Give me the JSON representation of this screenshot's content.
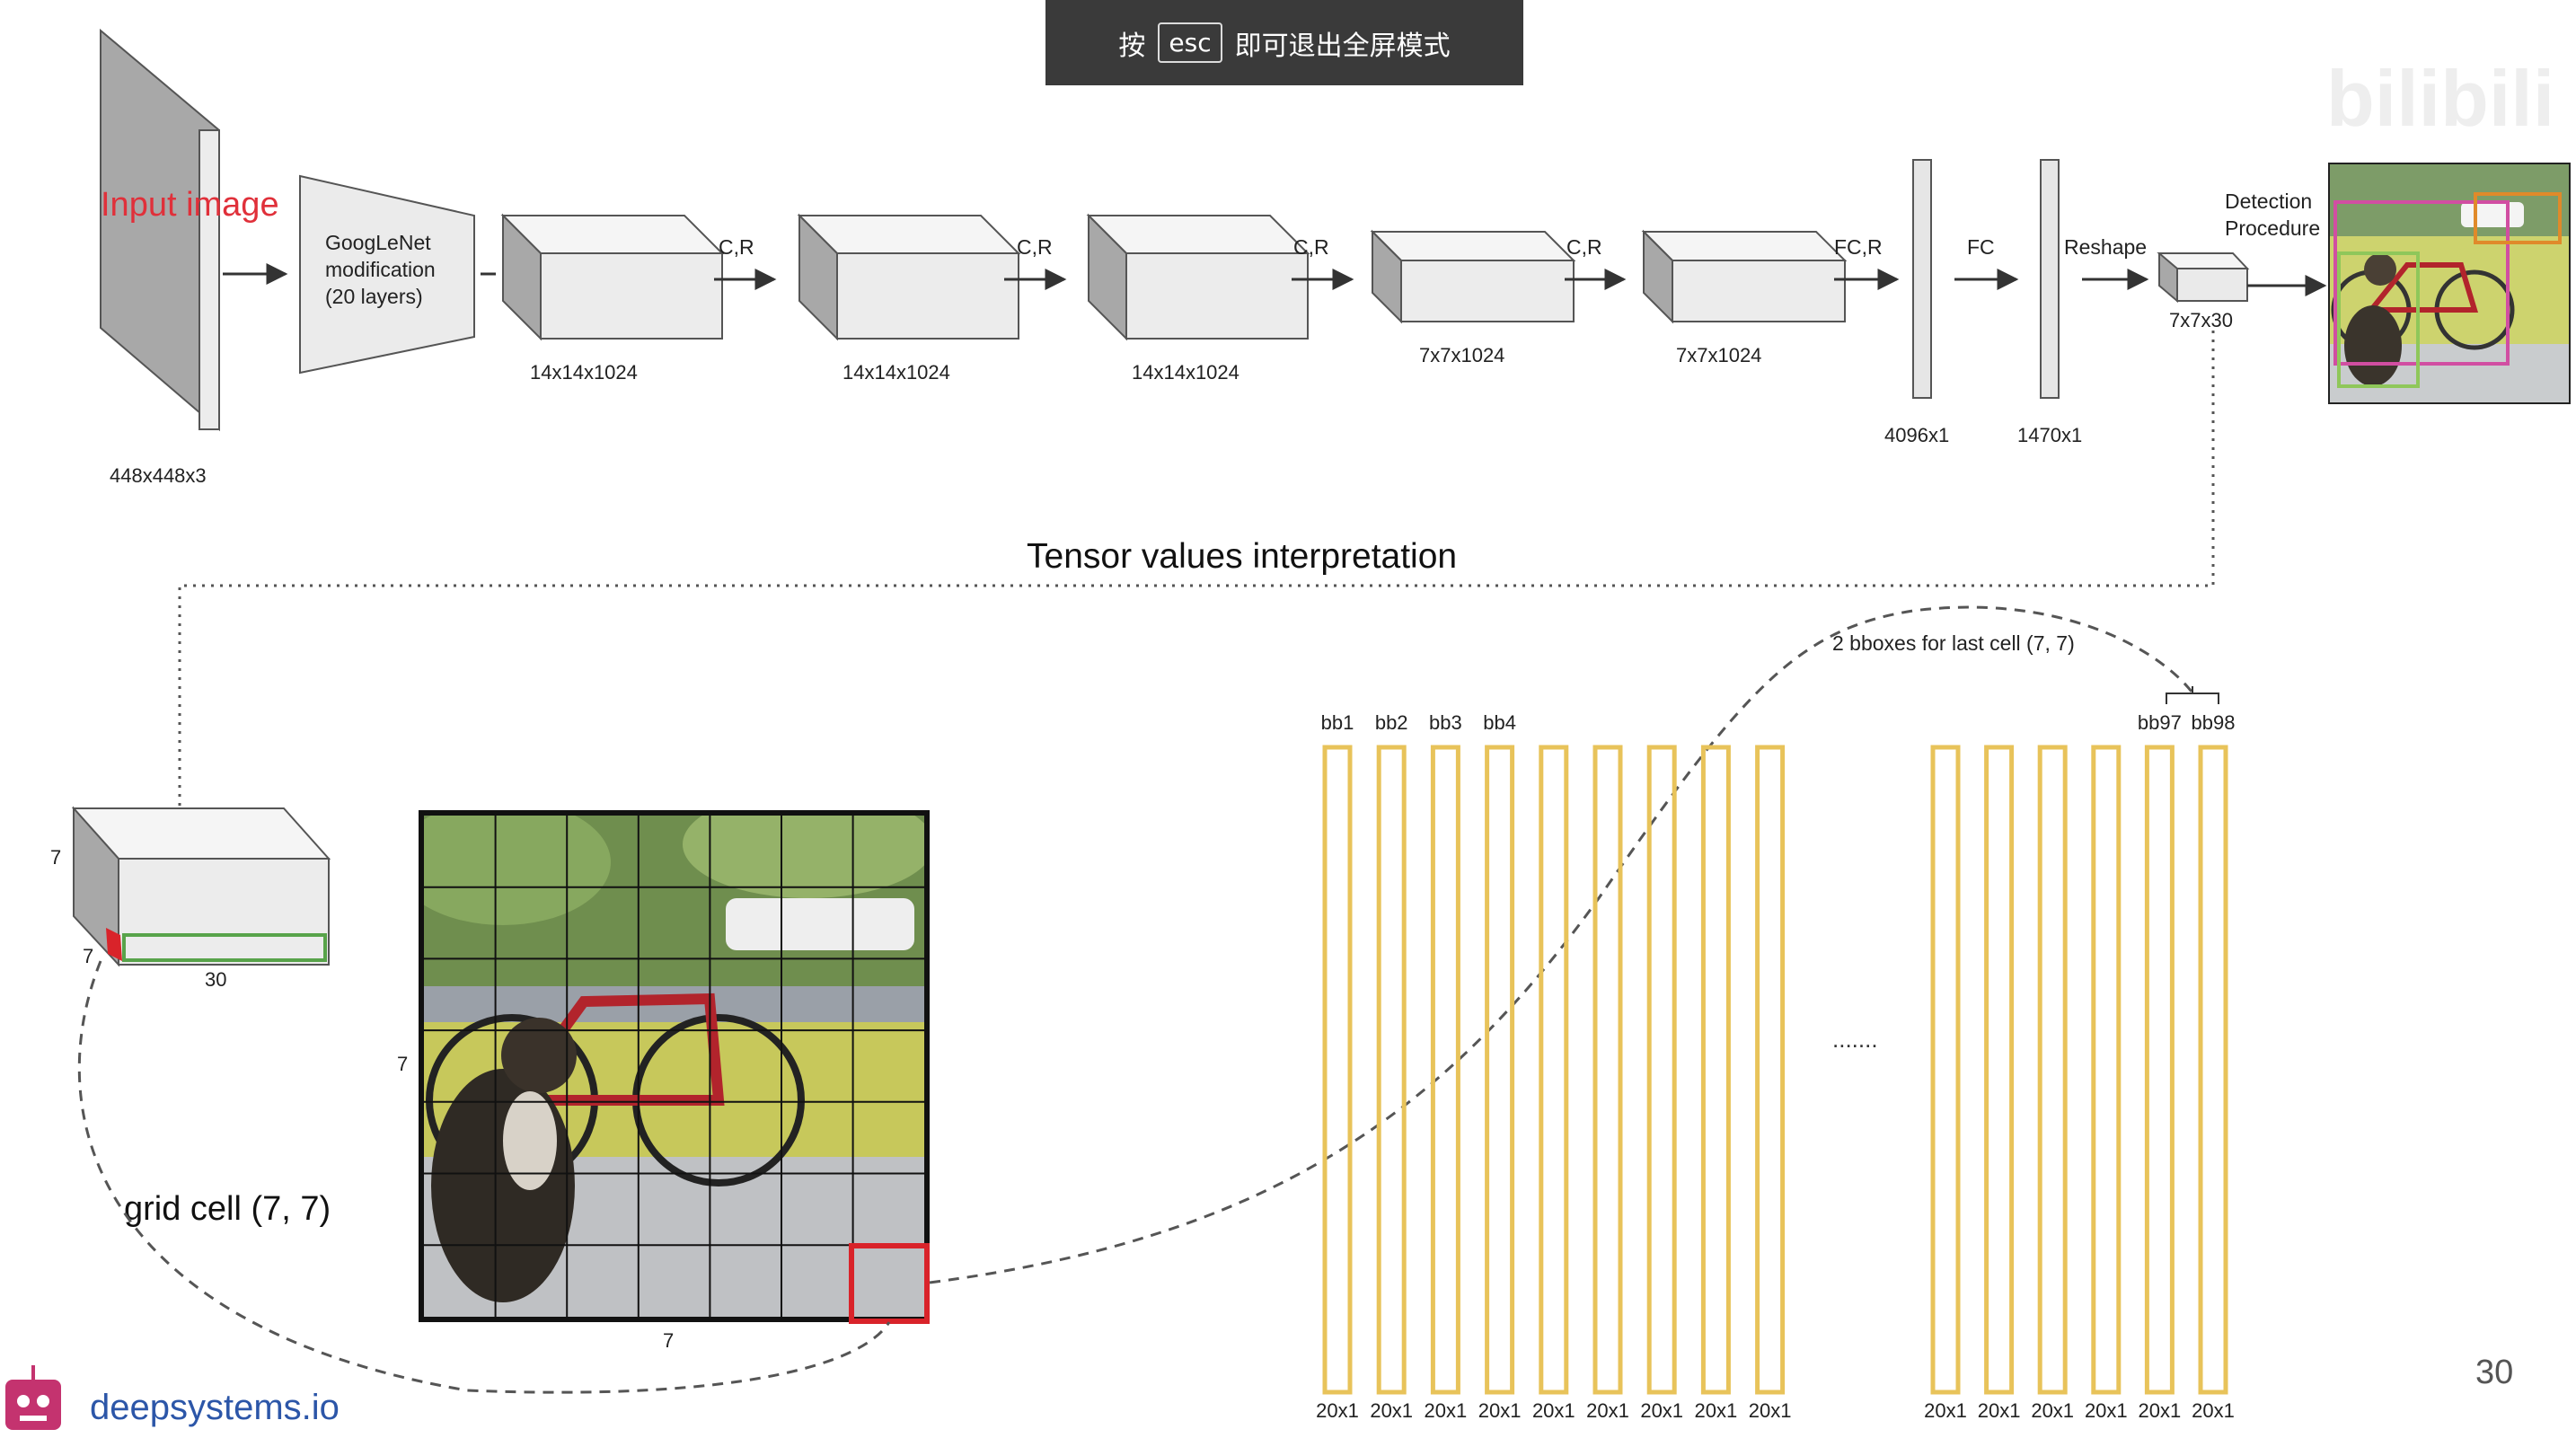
{
  "banner": {
    "press": "按",
    "key": "esc",
    "message": "即可退出全屏模式",
    "behind_title": "Inference"
  },
  "watermark": "bilibili",
  "network": {
    "input_label": "Input image",
    "input_size": "448x448x3",
    "backbone": [
      "GoogLeNet",
      "modification",
      "(20 layers)"
    ],
    "blocks": [
      {
        "op": "C,R",
        "size": "14x14x1024"
      },
      {
        "op": "C,R",
        "size": "14x14x1024"
      },
      {
        "op": "C,R",
        "size": "14x14x1024"
      },
      {
        "op": "C,R",
        "size": "7x7x1024"
      },
      {
        "op": "",
        "size": "7x7x1024"
      }
    ],
    "fc1": {
      "op": "FC,R",
      "size": "4096x1"
    },
    "fc2": {
      "op": "FC",
      "size": "1470x1"
    },
    "reshape": {
      "op": "Reshape",
      "size": "7x7x30"
    },
    "detection": [
      "Detection",
      "Procedure"
    ]
  },
  "interpretation": {
    "title": "Tensor values interpretation",
    "tensor_dims": {
      "height": "7",
      "depth": "7",
      "width": "30"
    },
    "grid_dims": {
      "side": "7",
      "bottom": "7"
    },
    "grid_cell_label": "grid cell (7, 7)",
    "bbox_note": "2 bboxes for last cell (7, 7)",
    "ellipsis": ".......",
    "left_bars": [
      {
        "name": "bb1",
        "size": "20x1"
      },
      {
        "name": "bb2",
        "size": "20x1"
      },
      {
        "name": "bb3",
        "size": "20x1"
      },
      {
        "name": "bb4",
        "size": "20x1"
      },
      {
        "name": "",
        "size": "20x1"
      },
      {
        "name": "",
        "size": "20x1"
      },
      {
        "name": "",
        "size": "20x1"
      },
      {
        "name": "",
        "size": "20x1"
      },
      {
        "name": "",
        "size": "20x1"
      }
    ],
    "right_bars": [
      {
        "name": "",
        "size": "20x1"
      },
      {
        "name": "",
        "size": "20x1"
      },
      {
        "name": "",
        "size": "20x1"
      },
      {
        "name": "",
        "size": "20x1"
      },
      {
        "name": "bb97",
        "size": "20x1"
      },
      {
        "name": "bb98",
        "size": "20x1"
      }
    ]
  },
  "footer": {
    "brand": "deepsystems.io",
    "page_number": "30"
  },
  "colors": {
    "bar": "#e8c35a",
    "red": "#d9232a",
    "green": "#58a34a",
    "input_text": "#e0303a",
    "brand": "#2c56a8"
  }
}
